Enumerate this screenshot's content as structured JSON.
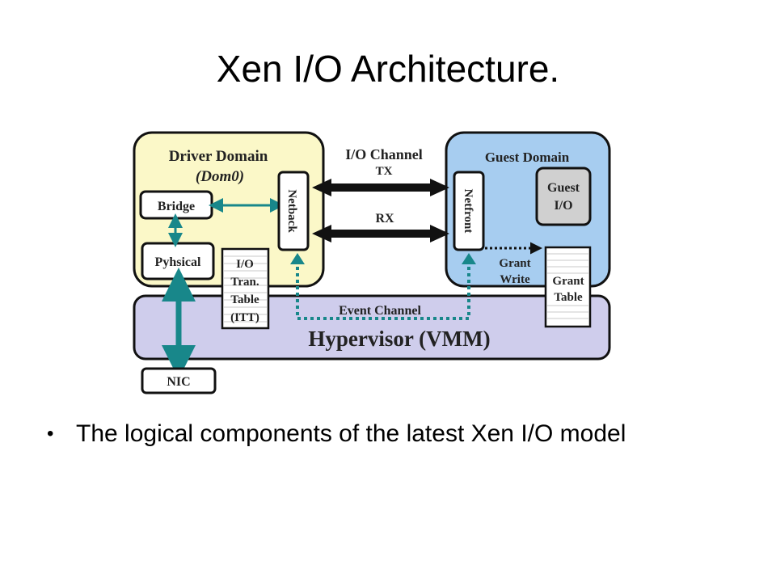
{
  "slide": {
    "title": "Xen I/O Architecture.",
    "bullet": "The logical components of the latest Xen I/O model"
  },
  "diagram": {
    "driver_domain": {
      "title": "Driver Domain",
      "subtitle": "(Dom0)"
    },
    "guest_domain": {
      "title": "Guest Domain"
    },
    "hypervisor": {
      "label": "Hypervisor (VMM)"
    },
    "io_channel": {
      "label": "I/O Channel",
      "tx": "TX",
      "rx": "RX"
    },
    "bridge": "Bridge",
    "physical": "Pyhsical",
    "nic": "NIC",
    "netback": "Netback",
    "netfront": "Netfront",
    "guest_io": {
      "line1": "Guest",
      "line2": "I/O"
    },
    "itt": {
      "line1": "I/O",
      "line2": "Tran.",
      "line3": "Table",
      "line4": "(ITT)"
    },
    "grant_table": {
      "line1": "Grant",
      "line2": "Table"
    },
    "grant_write": {
      "line1": "Grant",
      "line2": "Write"
    },
    "event_channel": "Event Channel",
    "colors": {
      "driver_fill": "#fbf8c8",
      "guest_fill": "#a7cdf0",
      "hypervisor_fill": "#cfcdec",
      "box_fill": "#ffffff",
      "guest_io_fill": "#d0d0d0",
      "teal": "#18878a",
      "black": "#111111"
    }
  }
}
